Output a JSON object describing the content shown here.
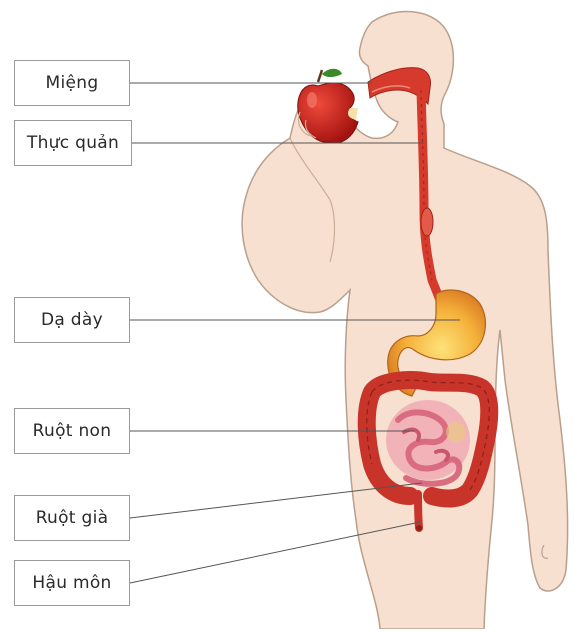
{
  "diagram": {
    "labels": {
      "mouth": "Miệng",
      "esophagus": "Thực quản",
      "stomach": "Dạ dày",
      "small_intestine": "Ruột non",
      "large_intestine": "Ruột già",
      "anus": "Hậu môn"
    },
    "colors": {
      "skin": "#f7e0cf",
      "skin_outline": "#b99f8c",
      "tract": "#d63a2c",
      "tract_dark": "#9e2418",
      "stomach_fill": "#f5b13a",
      "small_intestine": "#e78fa0",
      "apple": "#c51d1a",
      "leader_line": "#555555"
    }
  }
}
